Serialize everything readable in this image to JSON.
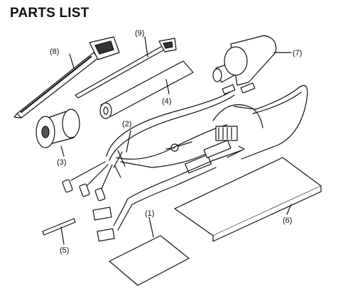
{
  "title": "PARTS LIST",
  "callouts": {
    "p1": "(1)",
    "p2": "(2)",
    "p3": "(3)",
    "p4": "(4)",
    "p5": "(5)",
    "p6": "(6)",
    "p7": "(7)",
    "p8": "(8)",
    "p9": "(9)"
  }
}
